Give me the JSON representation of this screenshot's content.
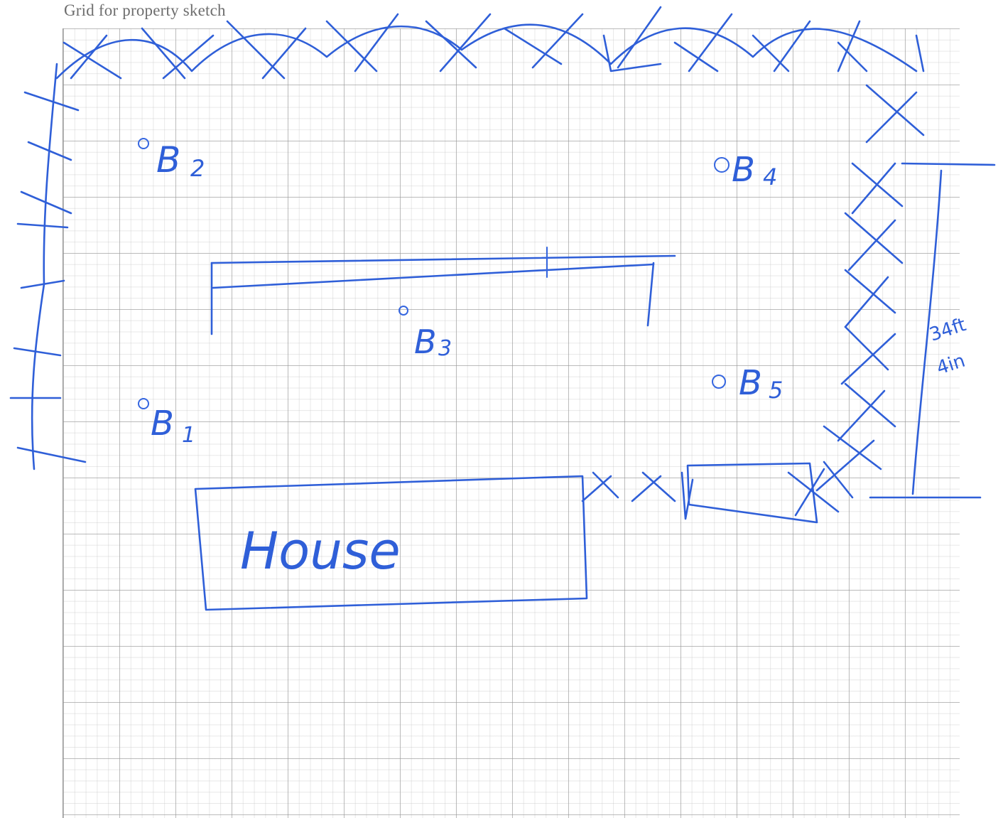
{
  "page_title": "Grid for property sketch",
  "sketch": {
    "house_label": "House",
    "boreholes": [
      {
        "id": "b1",
        "label": "B"
      },
      {
        "id": "b2",
        "label": "B"
      },
      {
        "id": "b3",
        "label": "B"
      },
      {
        "id": "b4",
        "label": "B"
      },
      {
        "id": "b5",
        "label": "B"
      }
    ],
    "borehole_subscripts": [
      "1",
      "2",
      "3",
      "4",
      "5"
    ],
    "dimension_label_line1": "34ft",
    "dimension_label_line2": "4in",
    "ink_color": "#2f5fd8",
    "fence_symbol": "x-marks"
  }
}
